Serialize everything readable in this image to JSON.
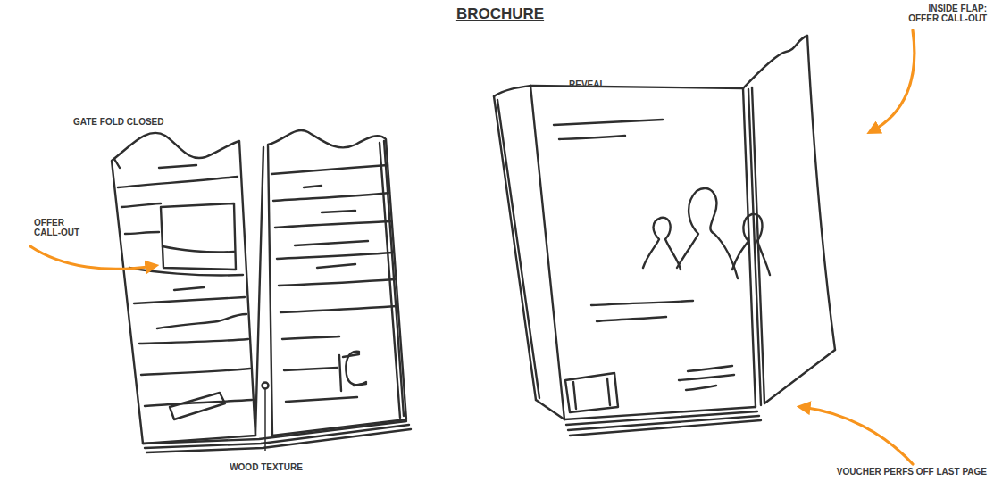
{
  "diagram": {
    "title": "BROCHURE",
    "labels": [
      "GATE FOLD CLOSED",
      "OFFER CALL-OUT",
      "WOOD TEXTURE",
      "REVEAL",
      "INSIDE FLAP: OFFER CALL-OUT",
      "VOUCHER PERFS OFF LAST PAGE"
    ]
  }
}
